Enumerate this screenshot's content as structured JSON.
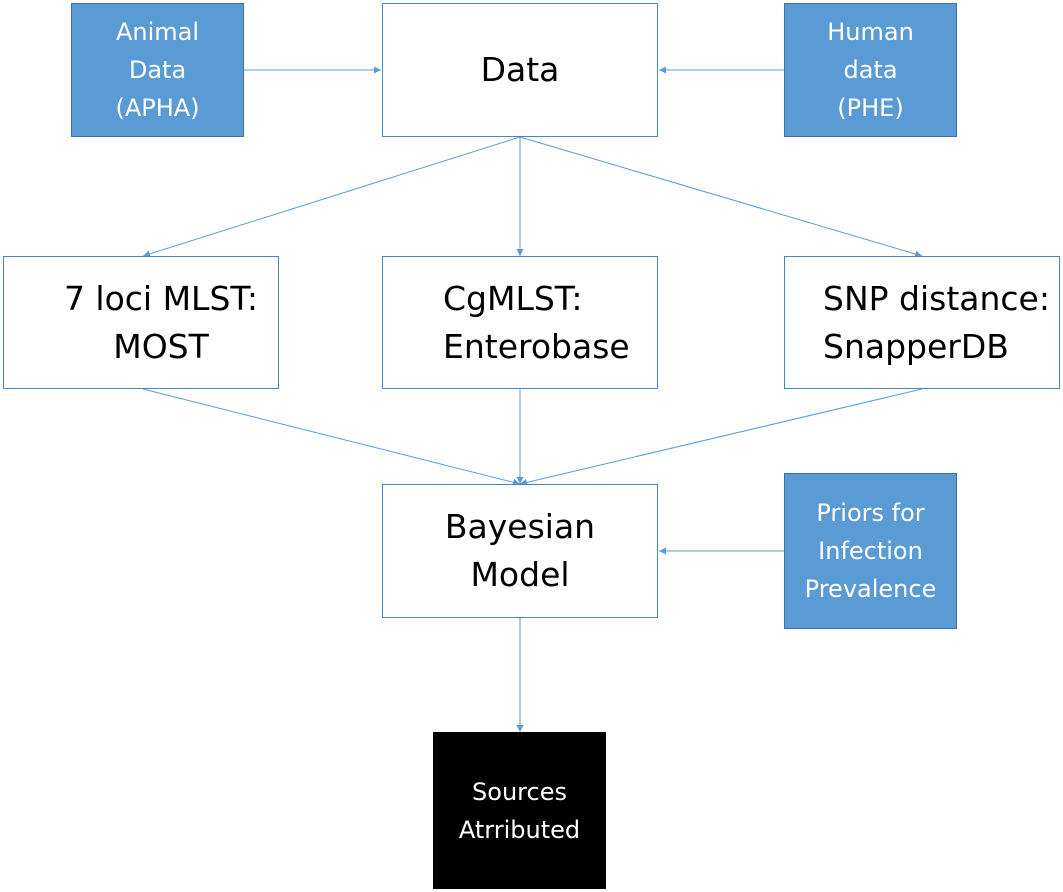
{
  "nodes": {
    "animal_data": {
      "lines": [
        "Animal",
        "Data",
        "(APHA)"
      ]
    },
    "data": {
      "lines": [
        "Data"
      ]
    },
    "human_data": {
      "lines": [
        "Human",
        "data",
        "(PHE)"
      ]
    },
    "mlst7": {
      "lines": [
        "7 loci MLST:",
        "MOST"
      ]
    },
    "cgmlst": {
      "lines": [
        "CgMLST:",
        "Enterobase"
      ]
    },
    "snp": {
      "lines": [
        "SNP distance:",
        "SnapperDB"
      ]
    },
    "bayesian": {
      "lines": [
        "Bayesian",
        "Model"
      ]
    },
    "priors": {
      "lines": [
        "Priors for",
        "Infection",
        "Prevalence"
      ]
    },
    "sources": {
      "lines": [
        "Sources",
        "Atrributed"
      ]
    }
  },
  "colors": {
    "edge": "#5b9bd5",
    "blue_fill": "#5b9bd5",
    "black_fill": "#000000"
  }
}
